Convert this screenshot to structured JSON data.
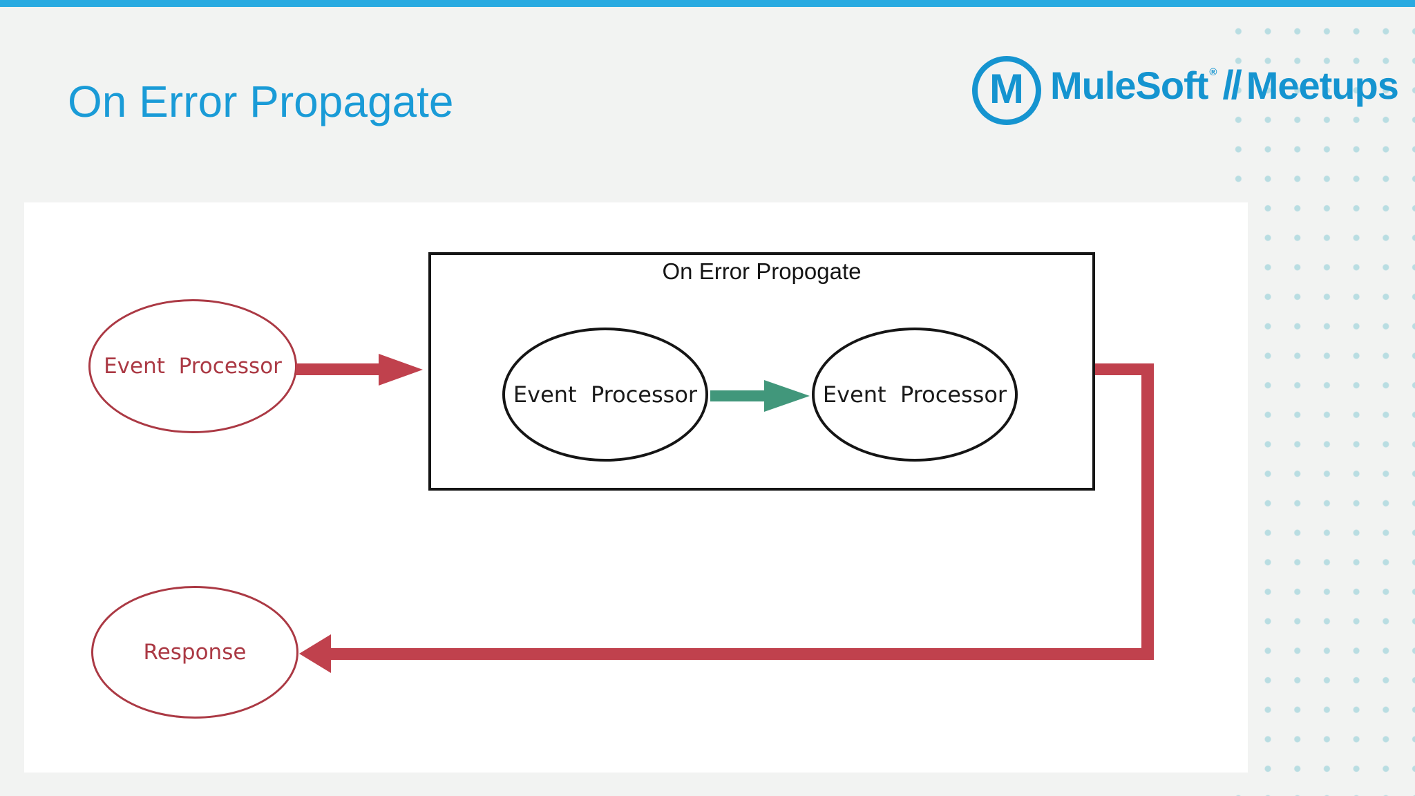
{
  "slide": {
    "title": "On Error Propagate"
  },
  "header": {
    "logo": {
      "mark_letter": "M",
      "brand": "MuleSoft",
      "registered_mark": "®",
      "separator": "//",
      "program": "Meetups"
    }
  },
  "diagram": {
    "source_node": {
      "label": "Event  Processor"
    },
    "error_scope": {
      "title": "On Error Propogate",
      "inner_nodes": [
        {
          "label": "Event  Processor"
        },
        {
          "label": "Event  Processor"
        }
      ]
    },
    "response_node": {
      "label": "Response"
    }
  },
  "palette": {
    "top_bar_blue": "#29aae1",
    "background_gray": "#f2f3f2",
    "title_blue": "#1a9bd7",
    "logo_blue": "#1594d0",
    "flow_red": "#c0414d",
    "node_red": "#ab3944",
    "scope_green": "#41977b",
    "ink_black": "#151515",
    "dot_teal": "#b9dde2",
    "panel_white": "#ffffff"
  }
}
